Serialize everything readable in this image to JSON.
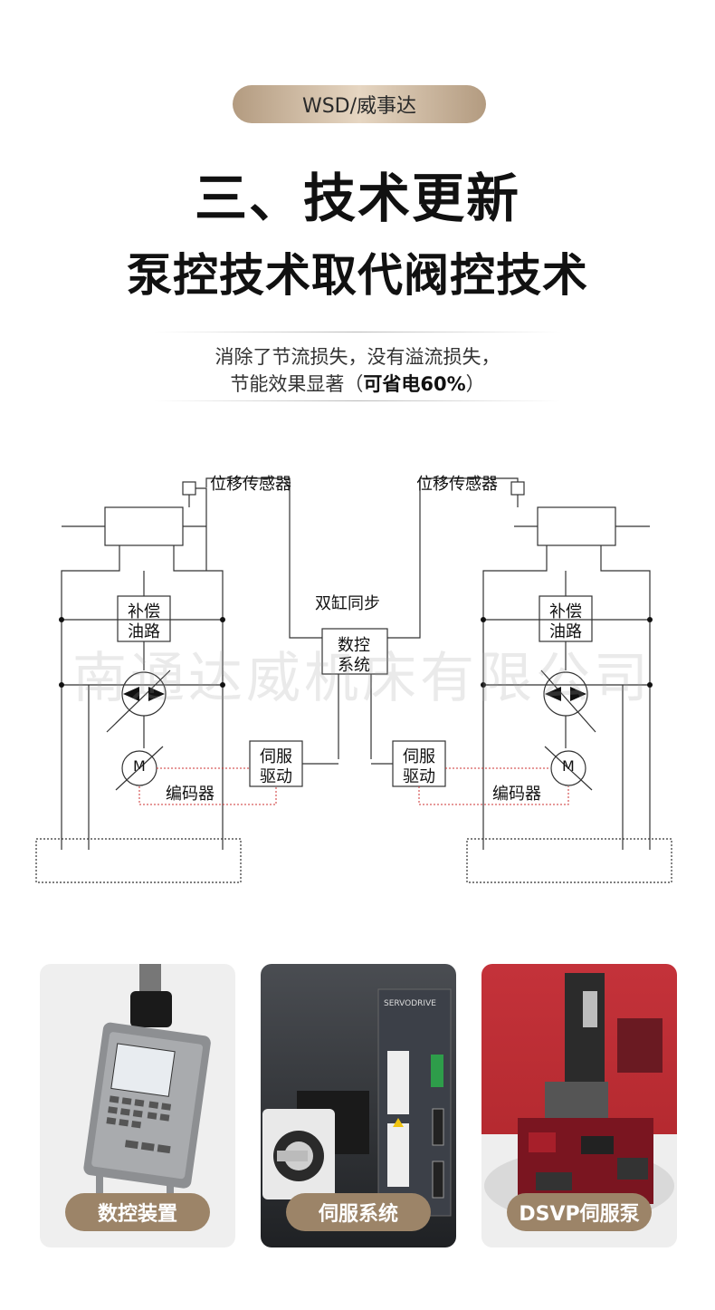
{
  "badge": "WSD/威事达",
  "title_line1": "三、技术更新",
  "title_line2": "泵控技术取代阀控技术",
  "description": {
    "line1": "消除了节流损失，没有溢流损失，",
    "line2_prefix": "节能效果显著（",
    "line2_bold": "可省电60%",
    "line2_suffix": "）"
  },
  "diagram": {
    "left_sensor": "位移传感器",
    "right_sensor": "位移传感器",
    "sync_label": "双缸同步",
    "left_comp_1": "补偿",
    "left_comp_2": "油路",
    "right_comp_1": "补偿",
    "right_comp_2": "油路",
    "cnc_1": "数控",
    "cnc_2": "系统",
    "left_servo_1": "伺服",
    "left_servo_2": "驱动",
    "right_servo_1": "伺服",
    "right_servo_2": "驱动",
    "left_encoder": "编码器",
    "right_encoder": "编码器",
    "motor_symbol": "M",
    "watermark": "南通达威机床有限公司"
  },
  "cards": [
    {
      "label": "数控装置"
    },
    {
      "label": "伺服系统",
      "brand": "SERVODRIVE"
    },
    {
      "label": "DSVP伺服泵"
    }
  ]
}
